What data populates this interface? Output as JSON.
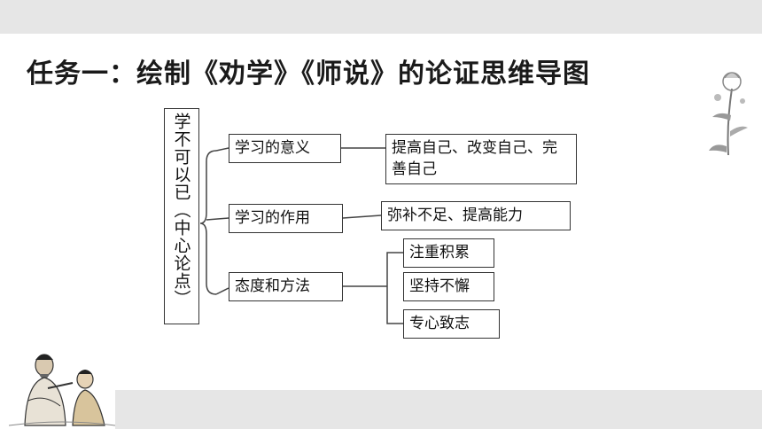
{
  "title": "任务一：绘制《劝学》《师说》的论证思维导图",
  "central": "学不可以已（中心论点）",
  "branches": [
    {
      "label": "学习的意义",
      "leaves": [
        "提高自己、改变自己、完善自己"
      ]
    },
    {
      "label": "学习的作用",
      "leaves": [
        "弥补不足、提高能力"
      ]
    },
    {
      "label": "态度和方法",
      "leaves": [
        "注重积累",
        "坚持不懈",
        "专心致志"
      ]
    }
  ]
}
